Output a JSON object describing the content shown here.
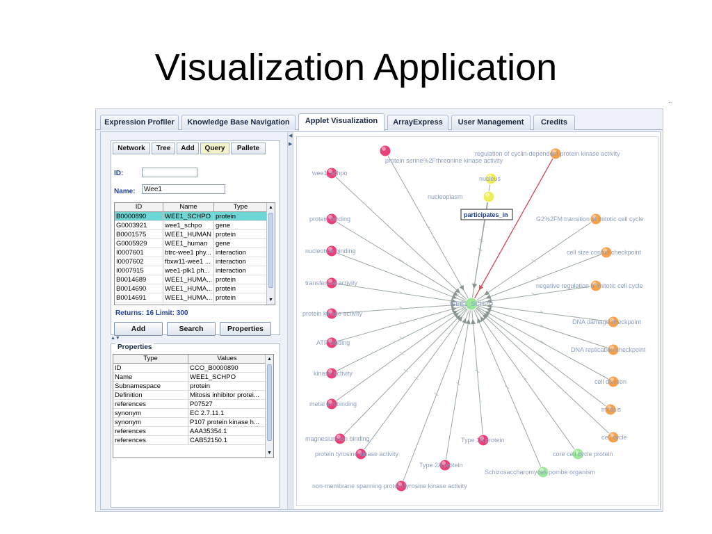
{
  "slide": {
    "title": "Visualization Application"
  },
  "tabs": [
    {
      "label": "Expression Profiler",
      "active": false
    },
    {
      "label": "Knowledge Base Navigation",
      "active": false
    },
    {
      "label": "Applet Visualization",
      "active": true
    },
    {
      "label": "ArrayExpress",
      "active": false
    },
    {
      "label": "User Management",
      "active": false
    },
    {
      "label": "Credits",
      "active": false
    }
  ],
  "query_panel": {
    "subtabs": [
      {
        "label": "Network",
        "active": false
      },
      {
        "label": "Tree",
        "active": false
      },
      {
        "label": "Add",
        "active": false
      },
      {
        "label": "Query",
        "active": true
      },
      {
        "label": "Pallete",
        "active": false
      }
    ],
    "id_label": "ID:",
    "id_value": "",
    "name_label": "Name:",
    "name_value": "Wee1",
    "results": {
      "columns": [
        "ID",
        "Name",
        "Type"
      ],
      "rows": [
        [
          "B0000890",
          "WEE1_SCHPO",
          "protein"
        ],
        [
          "G0003921",
          "wee1_schpo",
          "gene"
        ],
        [
          "B0001575",
          "WEE1_HUMAN",
          "protein"
        ],
        [
          "G0005929",
          "WEE1_human",
          "gene"
        ],
        [
          "I0007601",
          "btrc-wee1 phy...",
          "interaction"
        ],
        [
          "I0007602",
          "fbxw11-wee1 ...",
          "interaction"
        ],
        [
          "I0007915",
          "wee1-plk1 ph...",
          "interaction"
        ],
        [
          "B0014689",
          "WEE1_HUMA...",
          "protein"
        ],
        [
          "B0014690",
          "WEE1_HUMA...",
          "protein"
        ],
        [
          "B0014691",
          "WEE1_HUMA...",
          "protein"
        ]
      ],
      "selected_row": 0
    },
    "returns_text": "Returns: 16 Limit: 300",
    "buttons": {
      "add": "Add",
      "search": "Search",
      "properties": "Properties"
    }
  },
  "properties_panel": {
    "title": "Properties",
    "columns": [
      "Type",
      "Values"
    ],
    "rows": [
      [
        "ID",
        "CCO_B0000890"
      ],
      [
        "Name",
        "WEE1_SCHPO"
      ],
      [
        "Subnamespace",
        "protein"
      ],
      [
        "Definition",
        "Mitosis inhibitor protei..."
      ],
      [
        "references",
        "P07527"
      ],
      [
        "synonym",
        "EC 2.7.11.1"
      ],
      [
        "synonym",
        "P107 protein kinase h..."
      ],
      [
        "references",
        "AAA35354.1"
      ],
      [
        "references",
        "CAB52150.1"
      ]
    ]
  },
  "graph": {
    "center_label": "WEE1_SCHPO",
    "edge_tooltip": "participates_in",
    "colors": {
      "pink": "#e8417a",
      "orange": "#f5a04a",
      "yellow": "#f0ee58",
      "green": "#9be89a",
      "edge": "#9aa8a0",
      "highlight": "#d05060",
      "label": "#8d9ec0"
    },
    "nodes": [
      {
        "label": "protein serine%2Fthreonine kinase activity",
        "color": "pink"
      },
      {
        "label": "wee1_schpo",
        "color": "pink"
      },
      {
        "label": "protein binding",
        "color": "pink"
      },
      {
        "label": "nucleotide binding",
        "color": "pink"
      },
      {
        "label": "transferase activity",
        "color": "pink"
      },
      {
        "label": "protein kinase activity",
        "color": "pink"
      },
      {
        "label": "ATP binding",
        "color": "pink"
      },
      {
        "label": "kinase activity",
        "color": "pink"
      },
      {
        "label": "metal ion binding",
        "color": "pink"
      },
      {
        "label": "magnesium ion binding",
        "color": "pink"
      },
      {
        "label": "protein tyrosine kinase activity",
        "color": "pink"
      },
      {
        "label": "non-membrane spanning protein tyrosine kinase activity",
        "color": "pink"
      },
      {
        "label": "Type 2A protein",
        "color": "pink"
      },
      {
        "label": "Type 1A protein",
        "color": "pink"
      },
      {
        "label": "Schizosaccharomyces pombe organism",
        "color": "green"
      },
      {
        "label": "core cell cycle protein",
        "color": "green"
      },
      {
        "label": "nucleoplasm",
        "color": "yellow"
      },
      {
        "label": "nucleus",
        "color": "yellow"
      },
      {
        "label": "regulation of cyclin-dependent protein kinase activity",
        "color": "orange"
      },
      {
        "label": "G2%2FM transition of mitotic cell cycle",
        "color": "orange"
      },
      {
        "label": "cell size control checkpoint",
        "color": "orange"
      },
      {
        "label": "negative regulation of mitotic cell cycle",
        "color": "orange"
      },
      {
        "label": "DNA damage checkpoint",
        "color": "orange"
      },
      {
        "label": "DNA replication checkpoint",
        "color": "orange"
      },
      {
        "label": "cell division",
        "color": "orange"
      },
      {
        "label": "mitosis",
        "color": "orange"
      },
      {
        "label": "cell cycle",
        "color": "orange"
      }
    ]
  }
}
